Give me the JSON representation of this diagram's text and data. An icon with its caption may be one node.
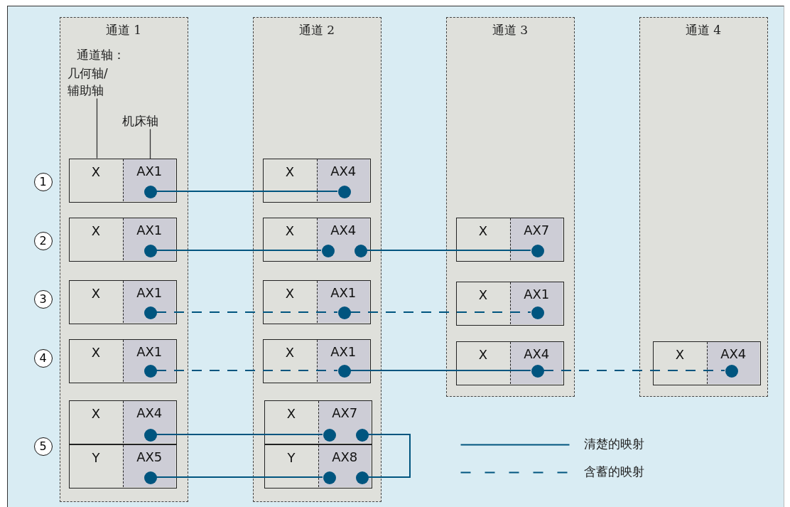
{
  "diagram": {
    "nodes": [
      {
        "text": [
          "通道 1"
        ]
      },
      {
        "text": [
          "通道 2"
        ]
      },
      {
        "text": [
          "通道 3"
        ]
      },
      {
        "text": [
          "通道 4"
        ]
      },
      {
        "text": [
          "几何轴/辅助轴"
        ],
        "in": 0
      },
      {
        "text": [
          "机床轴"
        ],
        "in": 0
      },
      {
        "text": [
          "1"
        ]
      },
      {
        "text": [
          "X"
        ],
        "in": 0
      },
      {
        "text": [
          "AX1"
        ],
        "in": 7
      },
      {
        "text": [],
        "shape": "circle",
        "in": 8
      },
      {
        "text": [
          "X"
        ],
        "in": 1
      },
      {
        "text": [
          "AX4"
        ],
        "in": 10
      },
      {
        "text": [],
        "shape": "circle",
        "in": 11
      },
      {
        "text": [
          "2"
        ]
      },
      {
        "text": [
          "X"
        ],
        "in": 0
      },
      {
        "text": [
          "AX1"
        ],
        "in": 14
      },
      {
        "text": [],
        "shape": "circle",
        "in": 15
      },
      {
        "text": [
          "X"
        ],
        "in": 1
      },
      {
        "text": [
          "AX4"
        ],
        "in": 17
      },
      {
        "text": [],
        "shape": "circle",
        "in": 18
      },
      {
        "text": [],
        "shape": "circle",
        "in": 18
      },
      {
        "text": [
          "X"
        ],
        "in": 2
      },
      {
        "text": [
          "AX7"
        ],
        "in": 21
      },
      {
        "text": [],
        "shape": "circle",
        "in": 22
      },
      {
        "text": [
          "3"
        ]
      },
      {
        "text": [
          "X"
        ],
        "in": 0
      },
      {
        "text": [
          "AX1"
        ],
        "in": 25
      },
      {
        "text": [],
        "shape": "circle",
        "in": 26
      },
      {
        "text": [
          "X"
        ],
        "in": 1
      },
      {
        "text": [
          "AX1"
        ],
        "in": 28
      },
      {
        "text": [],
        "shape": "circle",
        "in": 29
      },
      {
        "text": [
          "X"
        ],
        "in": 2
      },
      {
        "text": [
          "AX1"
        ],
        "in": 31
      },
      {
        "text": [],
        "shape": "circle",
        "in": 32
      },
      {
        "text": [
          "4"
        ]
      },
      {
        "text": [
          "X"
        ],
        "in": 0
      },
      {
        "text": [
          "AX1"
        ],
        "in": 35
      },
      {
        "text": [],
        "shape": "circle",
        "in": 36
      },
      {
        "text": [
          "X"
        ],
        "in": 1
      },
      {
        "text": [
          "AX1"
        ],
        "in": 38
      },
      {
        "text": [],
        "shape": "circle",
        "in": 39
      },
      {
        "text": [
          "X"
        ],
        "in": 2
      },
      {
        "text": [
          "AX4"
        ],
        "in": 41
      },
      {
        "text": [],
        "shape": "circle",
        "in": 42
      },
      {
        "text": [
          "X"
        ],
        "in": 3
      },
      {
        "text": [
          "AX4"
        ],
        "in": 44
      },
      {
        "text": [],
        "shape": "circle",
        "in": 45
      },
      {
        "text": [
          "5"
        ]
      },
      {
        "text": [
          "X"
        ],
        "in": 0
      },
      {
        "text": [
          "AX4"
        ],
        "in": 48
      },
      {
        "text": [],
        "shape": "circle",
        "in": 49
      },
      {
        "text": [
          "Y"
        ],
        "in": 0
      },
      {
        "text": [
          "AX5"
        ],
        "in": 51
      },
      {
        "text": [],
        "shape": "circle",
        "in": 52
      },
      {
        "text": [
          "X"
        ],
        "in": 1
      },
      {
        "text": [
          "AX7"
        ],
        "in": 54
      },
      {
        "text": [],
        "shape": "circle",
        "in": 55
      },
      {
        "text": [],
        "shape": "circle",
        "in": 55
      },
      {
        "text": [
          "Y"
        ],
        "in": 1
      },
      {
        "text": [
          "AX8"
        ],
        "in": 58
      },
      {
        "text": [],
        "shape": "circle",
        "in": 59
      },
      {
        "text": [],
        "shape": "circle",
        "in": 59
      }
    ],
    "edges": [
      {
        "from": 4,
        "to": 7,
        "arrow": "none",
        "color": "#333333"
      },
      {
        "from": 5,
        "to": 8,
        "arrow": "none",
        "color": "#333333"
      },
      {
        "from": 9,
        "to": 12,
        "arrow": "none"
      },
      {
        "from": 16,
        "to": 19,
        "arrow": "none"
      },
      {
        "from": 20,
        "to": 23,
        "arrow": "none"
      },
      {
        "from": 27,
        "to": 30,
        "arrow": "none",
        "style": "dashed"
      },
      {
        "from": 30,
        "to": 33,
        "arrow": "none",
        "style": "dashed"
      },
      {
        "from": 37,
        "to": 40,
        "arrow": "none",
        "style": "dashed"
      },
      {
        "from": 40,
        "to": 43,
        "arrow": "none"
      },
      {
        "from": 43,
        "to": 46,
        "arrow": "none",
        "style": "dashed"
      },
      {
        "from": 50,
        "to": 56,
        "arrow": "none"
      },
      {
        "from": 53,
        "to": 60,
        "arrow": "none"
      },
      {
        "from": 57,
        "to": 61,
        "arrow": "none"
      }
    ],
    "labels": [
      "通道轴："
    ],
    "legend": [
      {
        "text": "清楚的映射"
      },
      {
        "text": "含蓄的映射"
      }
    ]
  }
}
